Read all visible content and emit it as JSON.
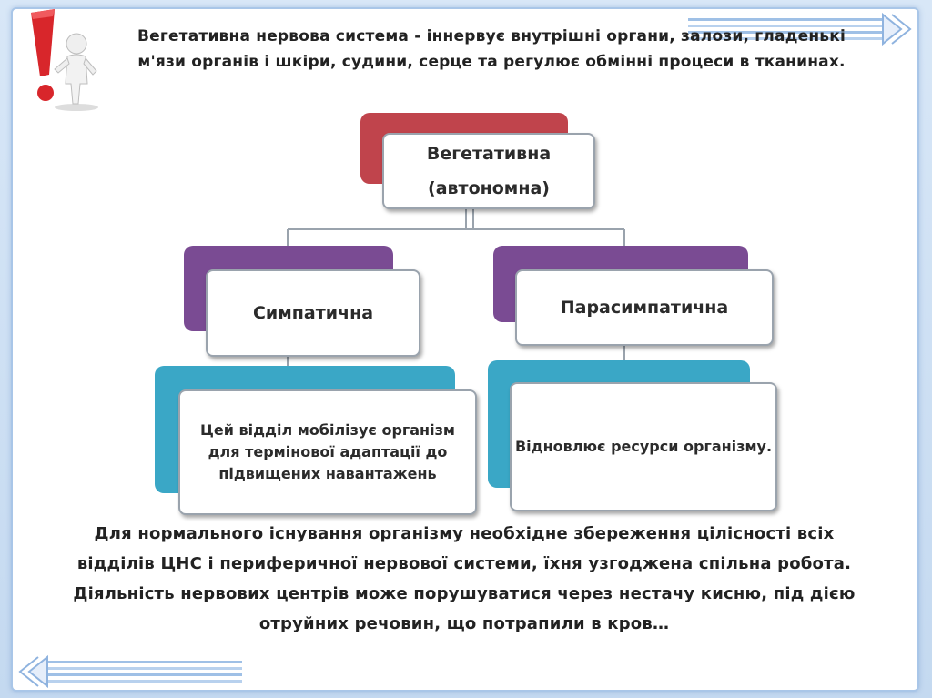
{
  "intro_text": "Вегетативна нервова система -  іннервує внутрішні органи, залози, гладенькі м'язи органів і шкіри, судини, серце та регулює обмінні процеси в тканинах.",
  "diagram": {
    "root": {
      "line1": "Вегетативна",
      "line2": "(автономна)"
    },
    "left_branch": {
      "label": "Симпатична",
      "description": "Цей відділ мобілізує організм для термінової адаптації до підвищених навантажень"
    },
    "right_branch": {
      "label": "Парасимпатична",
      "description": "Відновлює ресурси організму."
    }
  },
  "footer_text": {
    "line1": "Для нормального існування організму необхідне збереження цілісності всіх відділів ЦНС і периферичної нервової системи, їхня узгоджена спільна робота.",
    "line2": "Діяльність нервових центрів може порушуватися через нестачу кисню, під дією отруйних речовин, що потрапили в кров…"
  },
  "colors": {
    "root_accent": "#c0444c",
    "branch_accent": "#7a4b93",
    "description_accent": "#3aa7c6",
    "frame": "#a9c6e8",
    "warning_red": "#d8262b"
  },
  "icons": [
    "warning-figure-icon",
    "stripe-arrow-right-icon",
    "stripe-arrow-left-icon"
  ]
}
